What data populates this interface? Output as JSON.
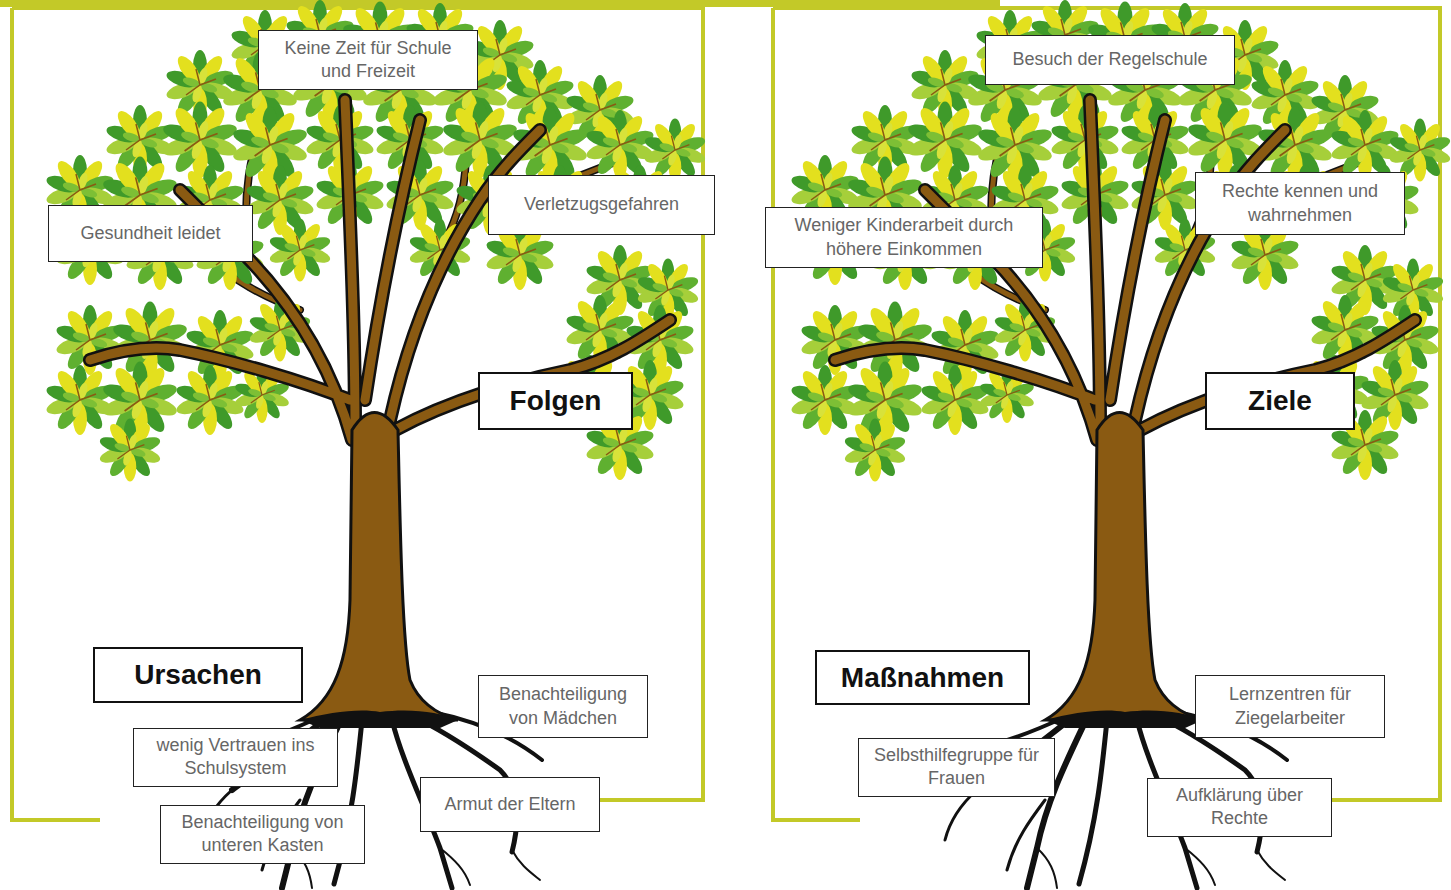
{
  "diagram": {
    "nodes": [
      {
        "text": [
          "Keine Zeit für Schule und Freizeit"
        ]
      },
      {
        "text": [
          "Gesundheit leidet"
        ]
      },
      {
        "text": [
          "Verletzugsgefahren"
        ]
      },
      {
        "text": [
          "Folgen"
        ]
      },
      {
        "text": [
          "Ursachen"
        ]
      },
      {
        "text": [
          "Benachteiligung von Mädchen"
        ]
      },
      {
        "text": [
          "wenig Vertrauen ins Schulsystem"
        ]
      },
      {
        "text": [
          "Armut der Eltern"
        ]
      },
      {
        "text": [
          "Benachteiligung von unteren Kasten"
        ]
      },
      {
        "text": [
          "Besuch der Regelschule"
        ]
      },
      {
        "text": [
          "Rechte kennen und wahrnehmen"
        ]
      },
      {
        "text": [
          "Weniger Kinderarbeit durch höhere Einkommen"
        ]
      },
      {
        "text": [
          "Ziele"
        ]
      },
      {
        "text": [
          "Maßnahmen"
        ]
      },
      {
        "text": [
          "Lernzentren für Ziegelarbeiter"
        ]
      },
      {
        "text": [
          "Selbsthilfegruppe für Frauen"
        ]
      },
      {
        "text": [
          "Aufklärung über Rechte"
        ]
      }
    ]
  }
}
